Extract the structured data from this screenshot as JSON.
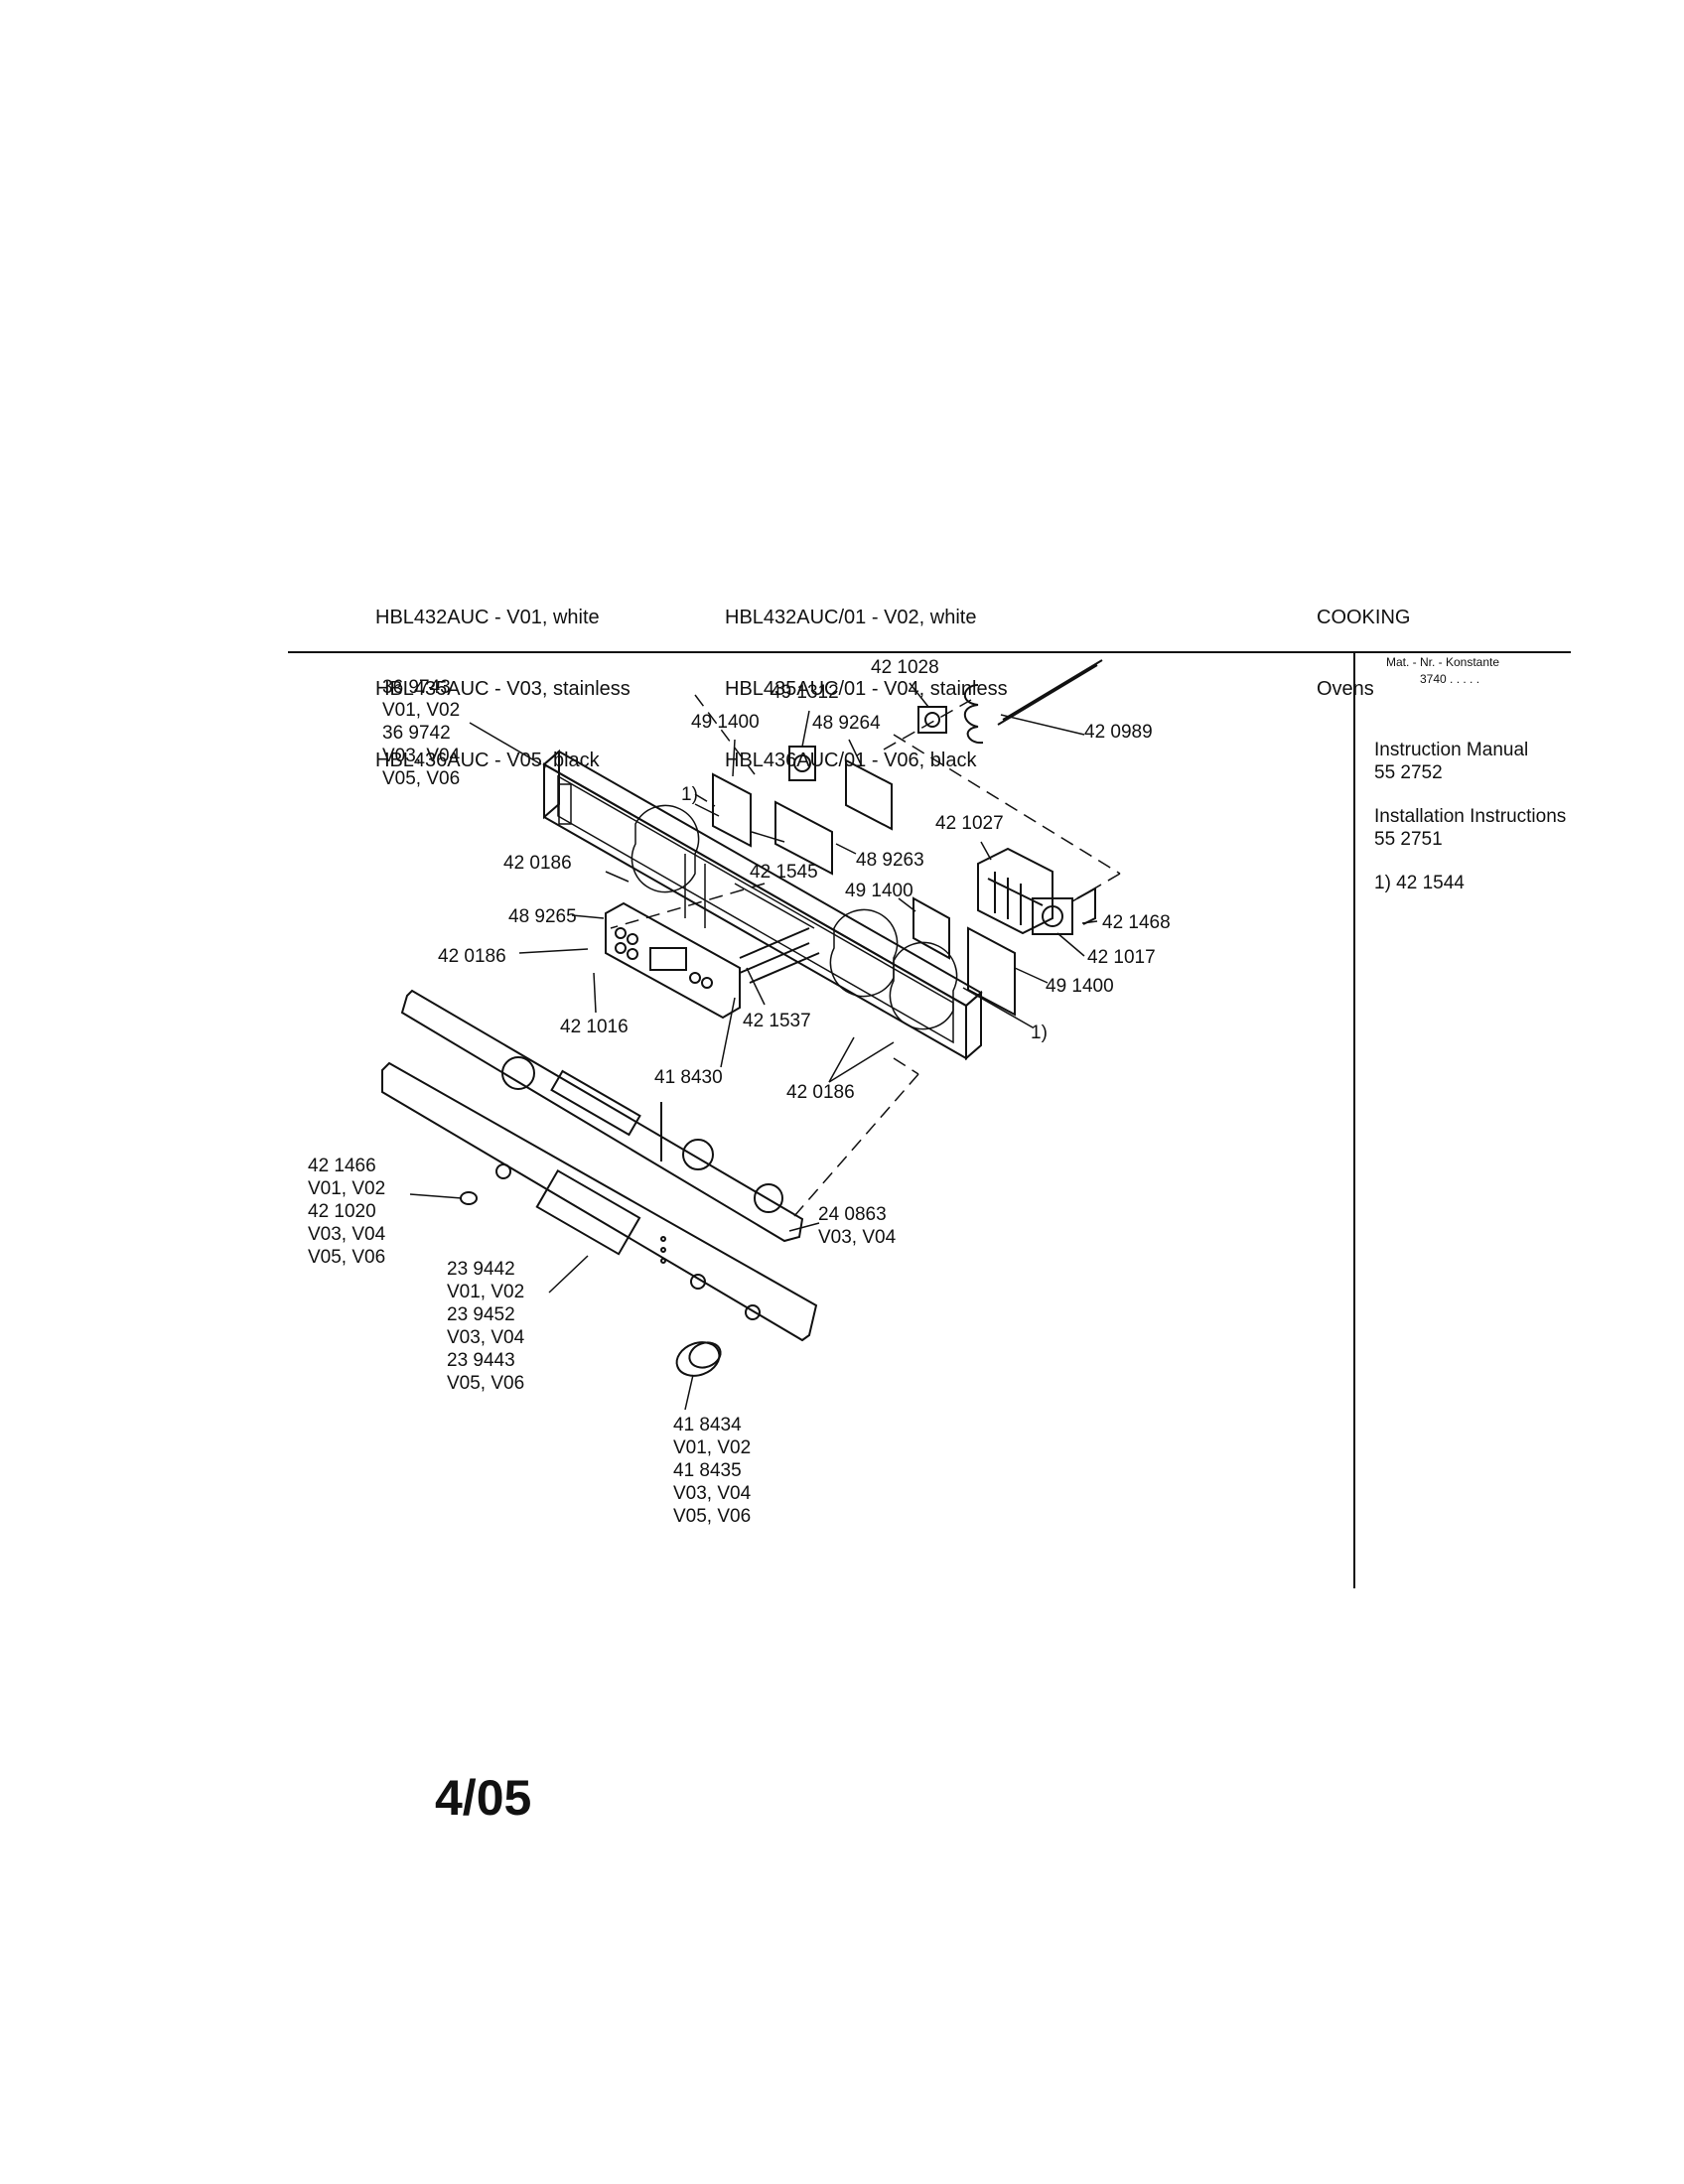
{
  "header": {
    "col1": [
      "HBL432AUC - V01, white",
      "HBL435AUC - V03, stainless",
      "HBL436AUC - V05, black"
    ],
    "col2": [
      "HBL432AUC/01 - V02, white",
      "HBL435AUC/01 - V04, stainless",
      "HBL436AUC/01 - V06, black"
    ],
    "category": [
      "COOKING",
      "Ovens"
    ]
  },
  "sidebar": {
    "mat_nr_label": "Mat. - Nr. - Konstante",
    "mat_nr_value": "3740 . . . . .",
    "instruction_manual_label": "Instruction Manual",
    "instruction_manual_number": "55 2752",
    "installation_label": "Installation Instructions",
    "installation_number": "55 2751",
    "footnote": "1) 42 1544"
  },
  "diagram": {
    "callouts": [
      {
        "id": "c-369743",
        "lines": [
          "36 9743",
          "V01, V02",
          "36 9742",
          "V03, V04",
          "V05, V06"
        ]
      },
      {
        "id": "c-421028",
        "lines": [
          "42 1028"
        ]
      },
      {
        "id": "c-491312",
        "lines": [
          "49 1312"
        ]
      },
      {
        "id": "c-491400a",
        "lines": [
          "49 1400"
        ]
      },
      {
        "id": "c-489264",
        "lines": [
          "48 9264"
        ]
      },
      {
        "id": "c-420989",
        "lines": [
          "42 0989"
        ]
      },
      {
        "id": "c-fn1a",
        "lines": [
          "1)"
        ]
      },
      {
        "id": "c-421027",
        "lines": [
          "42 1027"
        ]
      },
      {
        "id": "c-420186a",
        "lines": [
          "42 0186"
        ]
      },
      {
        "id": "c-421545",
        "lines": [
          "42 1545"
        ]
      },
      {
        "id": "c-489263",
        "lines": [
          "48 9263"
        ]
      },
      {
        "id": "c-491400b",
        "lines": [
          "49 1400"
        ]
      },
      {
        "id": "c-421468",
        "lines": [
          "42 1468"
        ]
      },
      {
        "id": "c-489265",
        "lines": [
          "48 9265"
        ]
      },
      {
        "id": "c-421017",
        "lines": [
          "42 1017"
        ]
      },
      {
        "id": "c-420186b",
        "lines": [
          "42 0186"
        ]
      },
      {
        "id": "c-491400c",
        "lines": [
          "49 1400"
        ]
      },
      {
        "id": "c-421016",
        "lines": [
          "42 1016"
        ]
      },
      {
        "id": "c-421537",
        "lines": [
          "42 1537"
        ]
      },
      {
        "id": "c-fn1b",
        "lines": [
          "1)"
        ]
      },
      {
        "id": "c-418430",
        "lines": [
          "41 8430"
        ]
      },
      {
        "id": "c-420186c",
        "lines": [
          "42 0186"
        ]
      },
      {
        "id": "c-421466",
        "lines": [
          "42 1466",
          "V01, V02",
          "42 1020",
          "V03, V04",
          "V05, V06"
        ]
      },
      {
        "id": "c-240863",
        "lines": [
          "24 0863",
          "V03, V04"
        ]
      },
      {
        "id": "c-239442",
        "lines": [
          "23 9442",
          "V01, V02",
          "23 9452",
          "V03, V04",
          "23 9443",
          "V05, V06"
        ]
      },
      {
        "id": "c-418434",
        "lines": [
          "41 8434",
          "V01, V02",
          "41 8435",
          "V03, V04",
          "V05, V06"
        ]
      }
    ]
  },
  "footer": {
    "date": "4/05"
  }
}
